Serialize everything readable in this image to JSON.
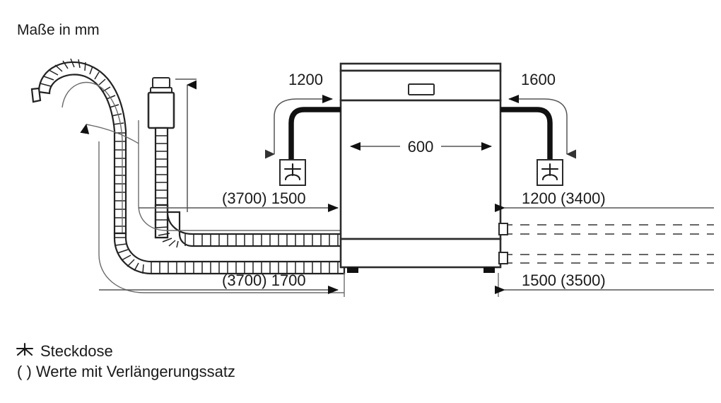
{
  "diagram": {
    "title": "Maße in mm",
    "unit_note": "Maße in mm",
    "appliance": {
      "name": "dishwasher-front-view",
      "width_label": "600"
    },
    "dimensions": {
      "top_left": "1200",
      "top_right": "1600",
      "machine_width": "600",
      "mid_left": "(3700) 1500",
      "mid_right": "1200 (3400)",
      "bottom_left": "(3700) 1700",
      "bottom_right": "1500 (3500)"
    },
    "legend": [
      {
        "icon": "socket-icon",
        "label": "Steckdose"
      },
      {
        "icon": "parenthesis-marker",
        "label": "( ) Werte mit Verlängerungssatz"
      }
    ],
    "icons": {
      "socket": "socket-icon",
      "boxed_socket": "boxed-socket-icon",
      "drain_hose": "corrugated-drain-hose",
      "inlet_hose": "corrugated-inlet-hose",
      "aquastop_valve": "aquastop-valve-box"
    },
    "colors": {
      "line": "#1a1a1a",
      "thin_line": "#6b6b6b",
      "background": "#ffffff",
      "dashed": "#666666"
    }
  }
}
